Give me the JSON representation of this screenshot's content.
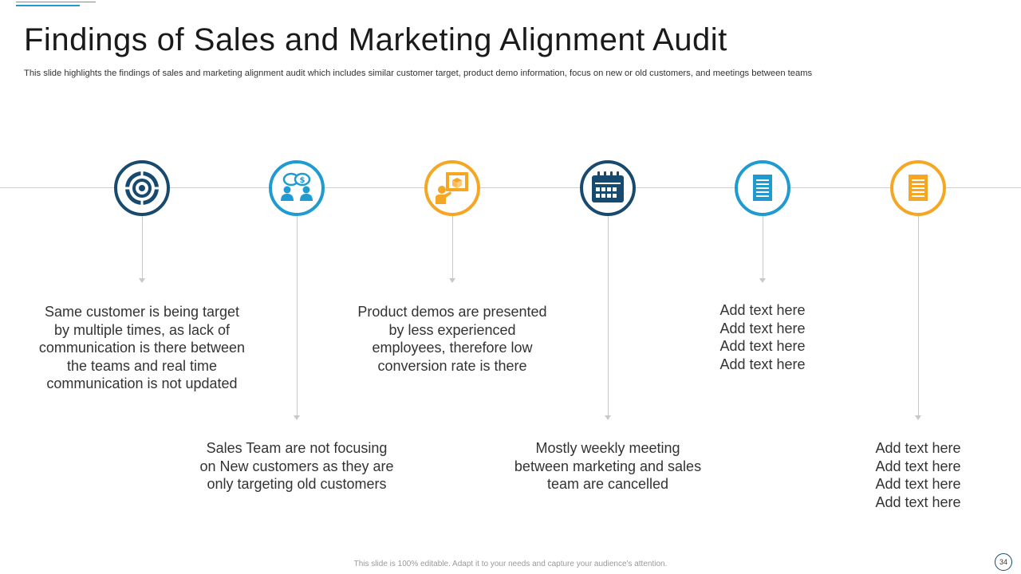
{
  "slide": {
    "title": "Findings of Sales and Marketing Alignment Audit",
    "subtitle": "This slide highlights the findings of sales and marketing alignment audit which includes similar customer target, product demo information, focus on new or old customers, and meetings between teams",
    "footer_note": "This slide is 100% editable. Adapt it to your needs and capture your audience's attention.",
    "page_number": "34"
  },
  "colors": {
    "navy": "#174a6e",
    "blue": "#1f9bd1",
    "orange": "#f5a623"
  },
  "findings": [
    {
      "icon": "target-icon",
      "color": "#174a6e",
      "lines": [
        "Same customer is being target",
        "by multiple times, as lack of",
        "communication is there between",
        "the teams and real time",
        "communication is not updated"
      ]
    },
    {
      "icon": "negotiation-icon",
      "color": "#1f9bd1",
      "lines": [
        "Sales Team are not focusing",
        "on New customers as they are",
        "only targeting old customers"
      ]
    },
    {
      "icon": "presentation-icon",
      "color": "#f5a623",
      "lines": [
        "Product demos are presented",
        "by less experienced",
        "employees, therefore low",
        "conversion rate is there"
      ]
    },
    {
      "icon": "calendar-icon",
      "color": "#174a6e",
      "lines": [
        "Mostly weekly meeting",
        "between marketing and sales",
        "team are cancelled"
      ]
    },
    {
      "icon": "document-icon",
      "color": "#1f9bd1",
      "lines": [
        "Add text here",
        "Add text here",
        "Add text here",
        "Add text here"
      ]
    },
    {
      "icon": "document-icon",
      "color": "#f5a623",
      "lines": [
        "Add text here",
        "Add text here",
        "Add text here",
        "Add text here"
      ]
    }
  ]
}
